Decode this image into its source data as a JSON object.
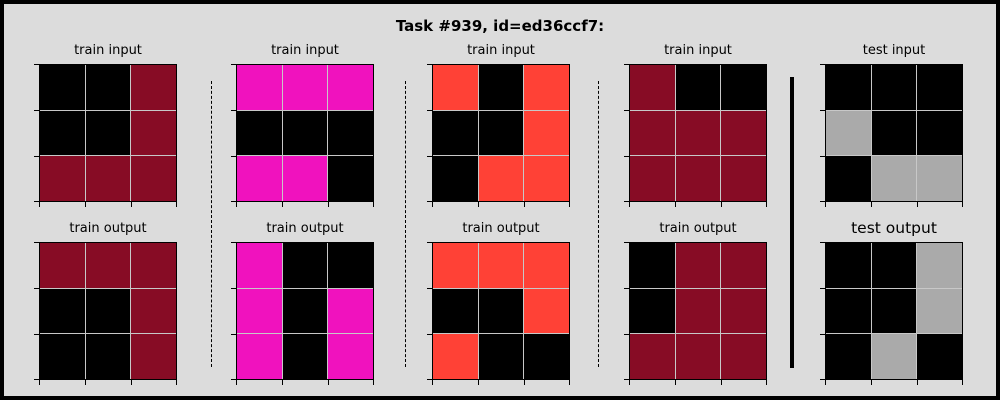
{
  "title": "Task #939, id=ed36ccf7:",
  "colors": {
    "0": "#000000",
    "2": "#870c25",
    "3": "#ff4136",
    "5": "#aaaaaa",
    "6": "#f012be"
  },
  "pairs": [
    {
      "input_label": "train input",
      "output_label": "train output",
      "input": [
        [
          0,
          0,
          2
        ],
        [
          0,
          0,
          2
        ],
        [
          2,
          2,
          2
        ]
      ],
      "output": [
        [
          2,
          2,
          2
        ],
        [
          0,
          0,
          2
        ],
        [
          0,
          0,
          2
        ]
      ]
    },
    {
      "input_label": "train input",
      "output_label": "train output",
      "input": [
        [
          6,
          6,
          6
        ],
        [
          0,
          0,
          0
        ],
        [
          6,
          6,
          0
        ]
      ],
      "output": [
        [
          6,
          0,
          0
        ],
        [
          6,
          0,
          6
        ],
        [
          6,
          0,
          6
        ]
      ]
    },
    {
      "input_label": "train input",
      "output_label": "train output",
      "input": [
        [
          3,
          0,
          3
        ],
        [
          0,
          0,
          3
        ],
        [
          0,
          3,
          3
        ]
      ],
      "output": [
        [
          3,
          3,
          3
        ],
        [
          0,
          0,
          3
        ],
        [
          3,
          0,
          0
        ]
      ]
    },
    {
      "input_label": "train input",
      "output_label": "train output",
      "input": [
        [
          2,
          0,
          0
        ],
        [
          2,
          2,
          2
        ],
        [
          2,
          2,
          2
        ]
      ],
      "output": [
        [
          0,
          2,
          2
        ],
        [
          0,
          2,
          2
        ],
        [
          2,
          2,
          2
        ]
      ]
    },
    {
      "input_label": "test input",
      "output_label": "test output",
      "input": [
        [
          0,
          0,
          0
        ],
        [
          5,
          0,
          0
        ],
        [
          0,
          5,
          5
        ]
      ],
      "output": [
        [
          0,
          0,
          5
        ],
        [
          0,
          0,
          5
        ],
        [
          0,
          5,
          0
        ]
      ]
    }
  ]
}
